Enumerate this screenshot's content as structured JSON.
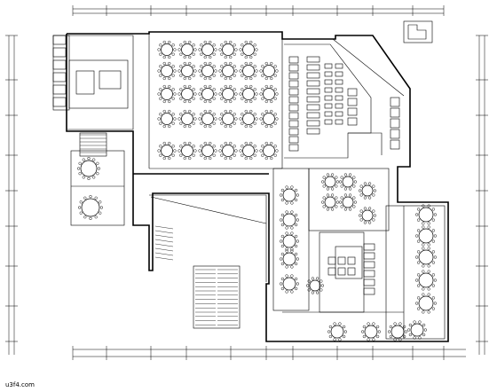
{
  "drawing": {
    "watermark": "u3f4.com",
    "sheet_type": "restaurant floor plan (CAD)",
    "grid_columns": 11,
    "grid_rows": 9,
    "dining_hall": {
      "round_tables": 30,
      "rows": 5
    },
    "private_rooms": {
      "count": 8,
      "tables": 16
    }
  }
}
